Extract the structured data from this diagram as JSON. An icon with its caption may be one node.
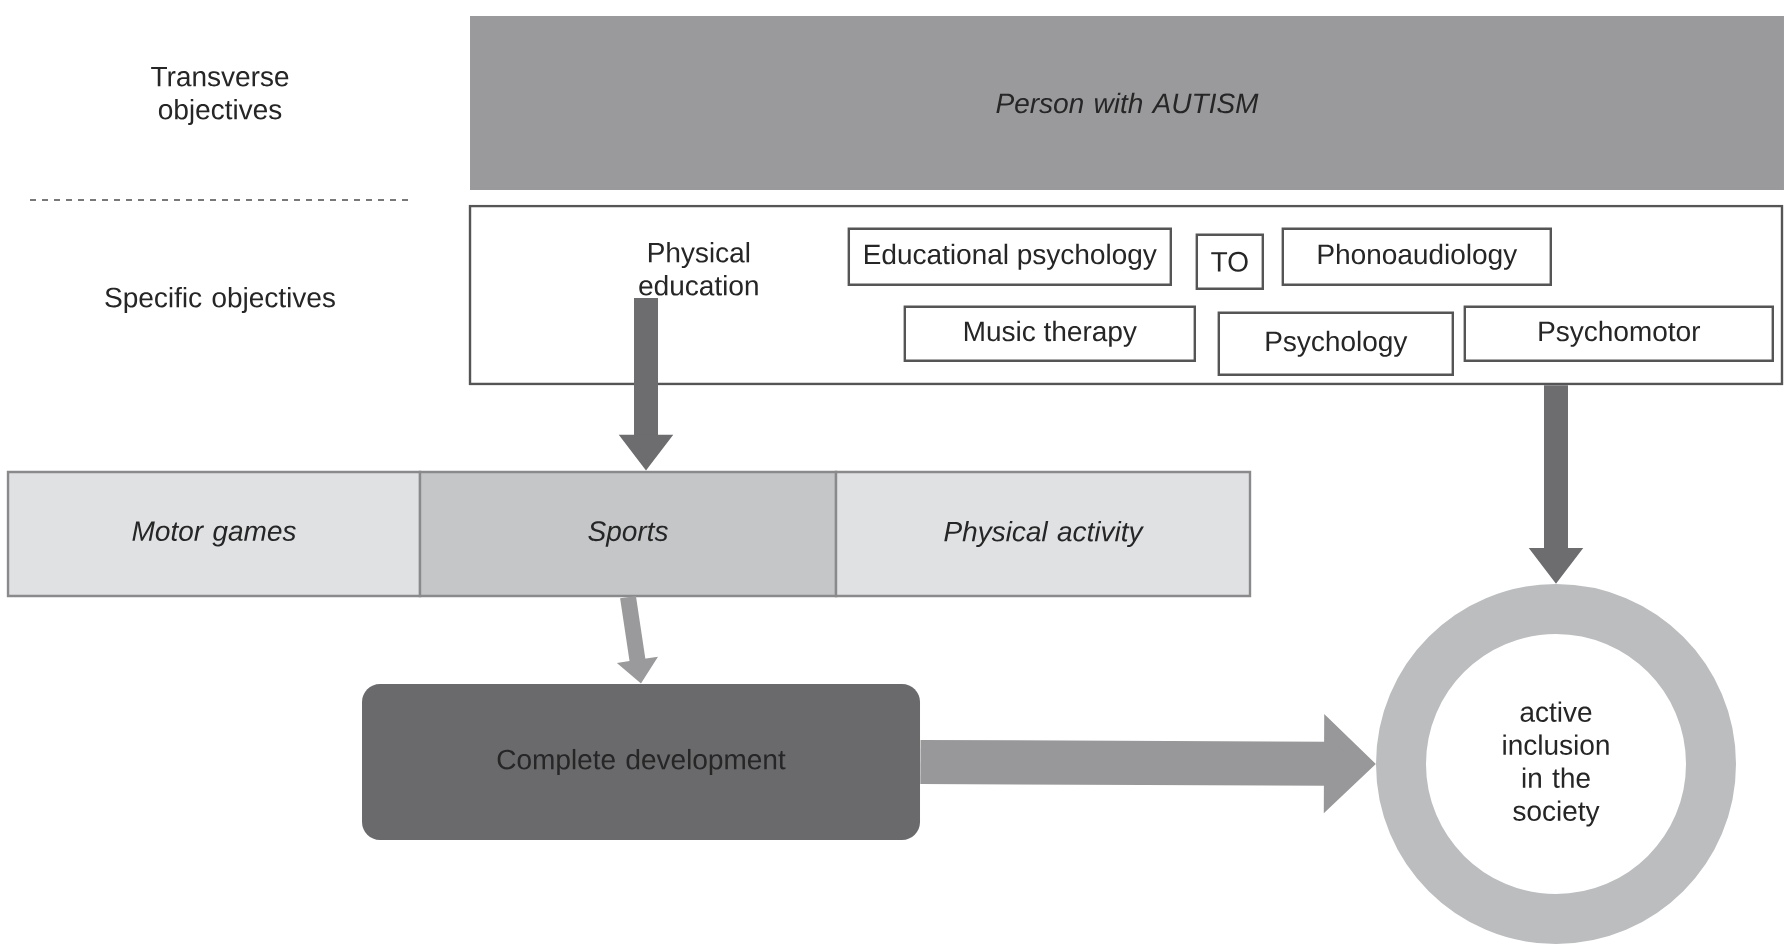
{
  "diagram": {
    "nodes": [
      {
        "text": [
          "Person with AUTISM"
        ]
      },
      {
        "text": [],
        "shape": "box"
      },
      {
        "text": [
          "Physical education"
        ],
        "in": 1
      },
      {
        "text": [
          "Educational psychology"
        ],
        "in": 1
      },
      {
        "text": [
          "TO"
        ],
        "in": 1
      },
      {
        "text": [
          "Phonoaudiology"
        ],
        "in": 1
      },
      {
        "text": [
          "Music therapy"
        ],
        "in": 1
      },
      {
        "text": [
          "Psychology"
        ],
        "in": 1
      },
      {
        "text": [
          "Psychomotor"
        ],
        "in": 1
      },
      {
        "text": [
          "Motor games"
        ]
      },
      {
        "text": [
          "Sports"
        ]
      },
      {
        "text": [
          "Physical activity"
        ]
      },
      {
        "text": [
          "Complete development"
        ]
      },
      {
        "text": [
          "active inclusion in the society"
        ]
      }
    ],
    "edges": [
      {
        "from": 2,
        "to": 10,
        "arrow": "to",
        "color": "#6d6d6f"
      },
      {
        "from": 1,
        "to": 13,
        "arrow": "to",
        "color": "#6d6d6f"
      },
      {
        "from": 10,
        "to": 12,
        "arrow": "to",
        "color": "#9a9a9c"
      },
      {
        "from": 12,
        "to": 13,
        "arrow": "to",
        "style": "thick",
        "color": "#98989a"
      }
    ],
    "labels": [
      "Transverse objectives",
      "Specific objectives"
    ]
  }
}
